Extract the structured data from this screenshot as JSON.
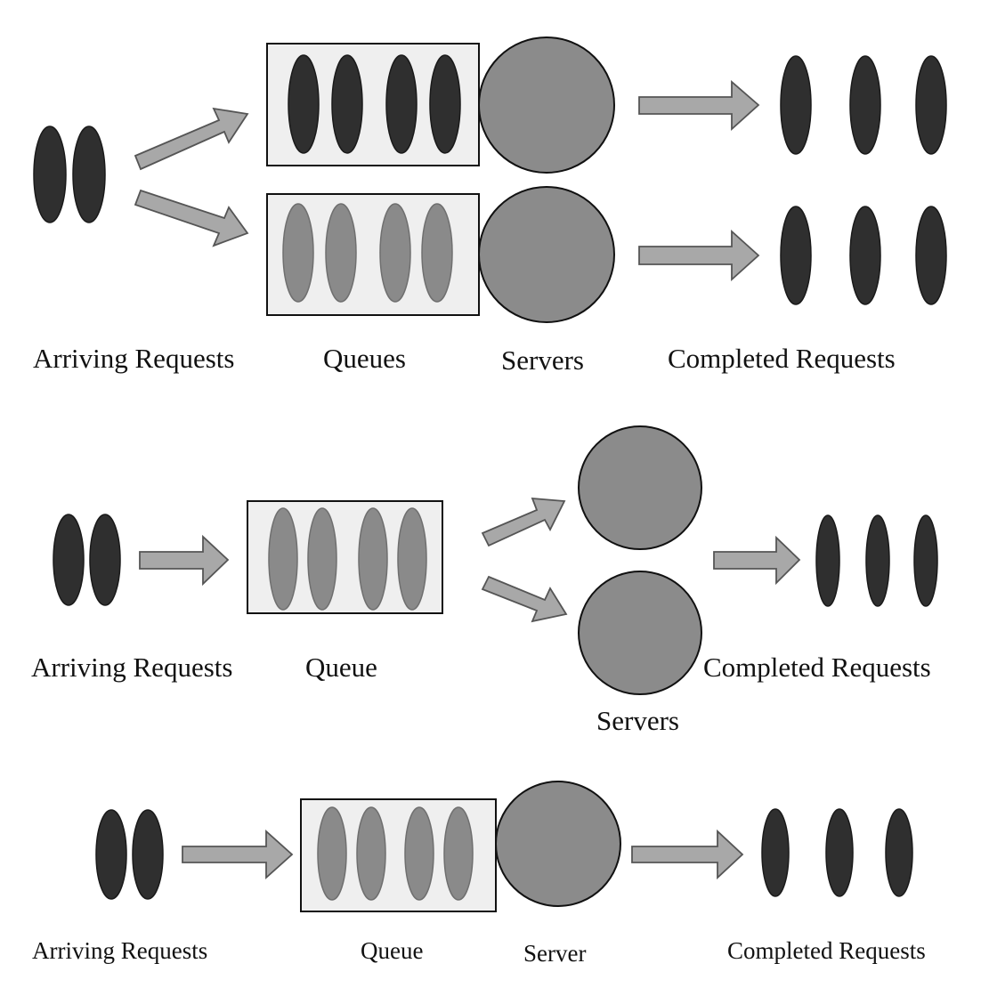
{
  "diagrams": [
    {
      "labels": {
        "arriving": "Arriving Requests",
        "queues": "Queues",
        "servers": "Servers",
        "completed": "Completed Requests"
      }
    },
    {
      "labels": {
        "arriving": "Arriving Requests",
        "queue": "Queue",
        "servers": "Servers",
        "completed": "Completed Requests"
      }
    },
    {
      "labels": {
        "arriving": "Arriving Requests",
        "queue": "Queue",
        "server": "Server",
        "completed": "Completed Requests"
      }
    }
  ],
  "colors": {
    "request_dark": "#2f2f2f",
    "request_queued": "#8a8a8a",
    "server": "#8b8b8b",
    "queue_fill": "#efefef",
    "arrow": "#a8a8a8"
  }
}
